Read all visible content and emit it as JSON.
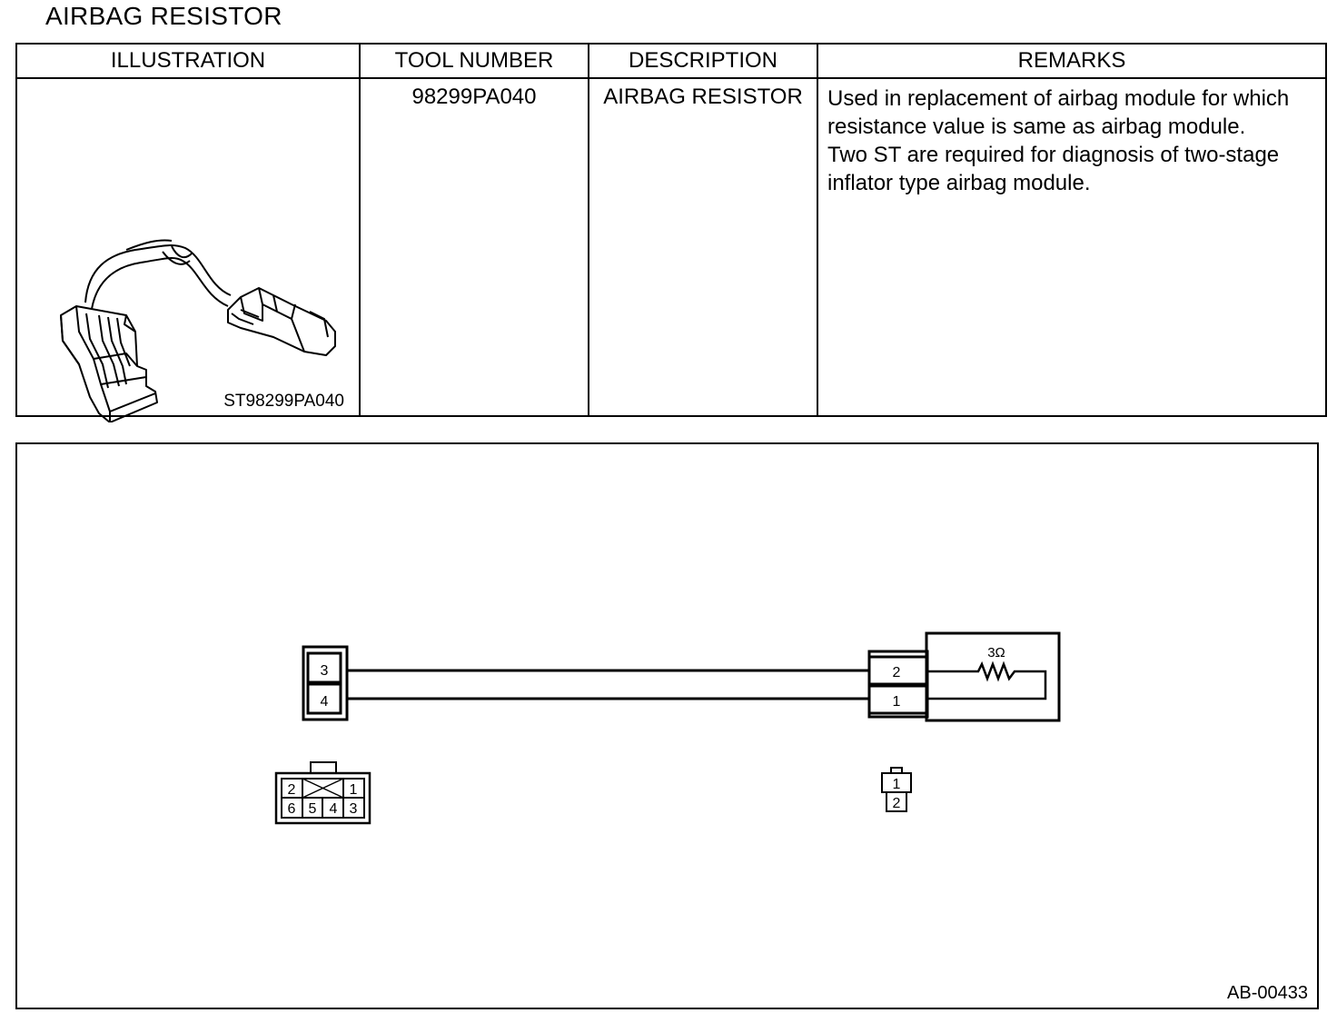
{
  "title": "AIRBAG RESISTOR",
  "table": {
    "headers": [
      "ILLUSTRATION",
      "TOOL NUMBER",
      "DESCRIPTION",
      "REMARKS"
    ],
    "row": {
      "illustration_code": "ST98299PA040",
      "tool_number": "98299PA040",
      "description": "AIRBAG RESISTOR",
      "remarks": [
        "Used in replacement of airbag module for which",
        "resistance value is same as airbag module.",
        "Two ST are required for diagnosis of two-stage",
        "inflator type airbag module."
      ]
    }
  },
  "diagram": {
    "left_connector_pins": [
      "3",
      "4"
    ],
    "right_connector_pins": [
      "2",
      "1"
    ],
    "resistor_label": "3Ω",
    "left_face_view": {
      "top_row": [
        "2",
        "1"
      ],
      "bottom_row": [
        "6",
        "5",
        "4",
        "3"
      ]
    },
    "right_face_view": [
      "1",
      "2"
    ],
    "figure_code": "AB-00433"
  }
}
